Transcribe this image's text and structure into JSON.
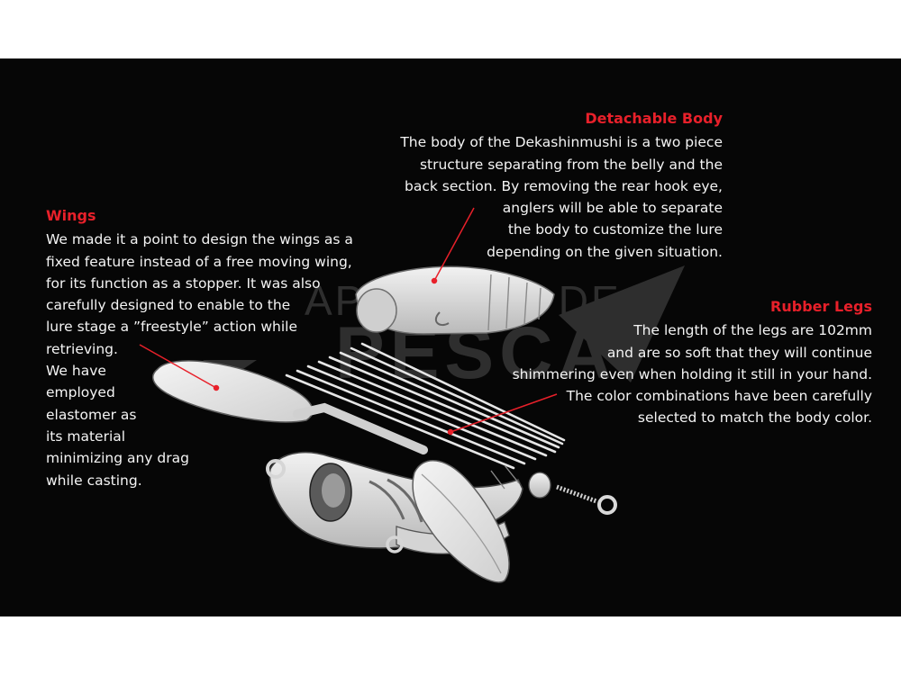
{
  "colors": {
    "background": "#060606",
    "outer_frame": "#ffffff",
    "heading_red": "#e8202a",
    "body_text": "#f4f4f4",
    "leader_line": "#e8202a",
    "lure_parts": "#e2e2e2"
  },
  "detachable_body": {
    "title": "Detachable Body",
    "lines": [
      "The body of the Dekashinmushi is a two piece",
      "structure separating from the belly and the",
      "back section. By removing the rear hook eye,",
      "anglers will be able to separate",
      "the body to customize the lure",
      "depending on the given situation."
    ]
  },
  "wings": {
    "title": "Wings",
    "lines": [
      "We made it a point to design the wings as a",
      "fixed feature instead of a free moving wing,",
      "for its function as a stopper. It was also",
      "carefully designed to enable to the",
      "lure stage a ”freestyle” action while",
      "retrieving.",
      "We have",
      "employed",
      "elastomer as",
      "its material",
      "minimizing any drag",
      "while casting."
    ]
  },
  "rubber_legs": {
    "title": "Rubber Legs",
    "lines": [
      "The length of the legs are 102mm",
      "and are so soft that they will continue",
      "shimmering even when holding it still in your hand.",
      "The color combinations have been carefully",
      "selected to match the body color."
    ]
  },
  "watermark": {
    "line1": "APAREJOS DE",
    "line2": "PESCA"
  },
  "parts": [
    "back-body-section",
    "wing-left",
    "wing-right",
    "rubber-legs-bundle",
    "lure-head",
    "belly-section",
    "rear-bead",
    "screw-hook-eye"
  ]
}
